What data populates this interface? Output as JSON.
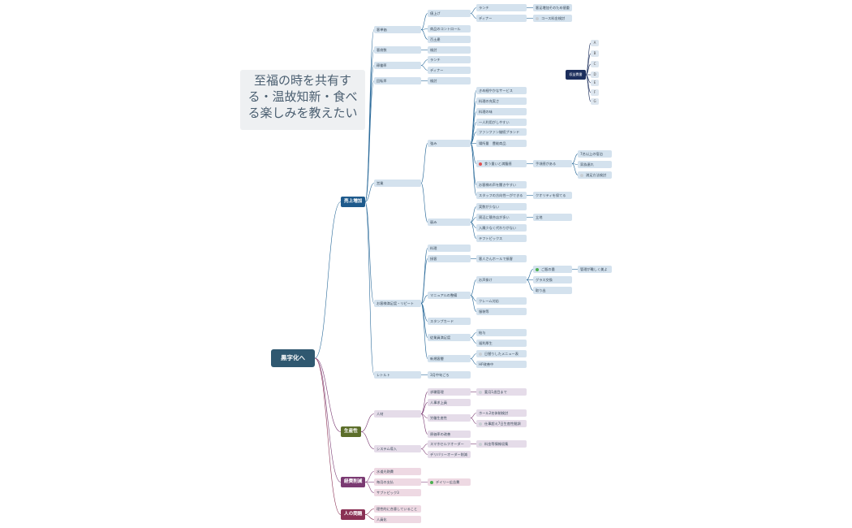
{
  "root_label": "黒字化へ",
  "callout_text": "至福の時を共有する・温故知新・食べる楽しみを教えたい",
  "branches": {
    "sales": "売上増加",
    "productivity": "生産性",
    "cost": "経費削減",
    "people": "人の問題"
  },
  "legend": {
    "head": "収益費番",
    "items": [
      "A",
      "B",
      "C",
      "D",
      "E",
      "F",
      "G"
    ]
  },
  "nodes": {
    "kyakutanka": "客単価",
    "neage": "値上げ",
    "lunch1": "ランチ",
    "lunch1_note": "客足増加そのため値重",
    "dinner1": "ディナー",
    "course": "コース料金検討",
    "control": "商品のコントロール",
    "tokui": "百土產",
    "kyakusu": "客席数",
    "kentou1": "検討",
    "kaitenritsu": "稼働率",
    "lunch2": "ランチ",
    "dinner2": "ディナー",
    "kaitensu": "回転率",
    "kentou2": "検討",
    "eigyou": "営業",
    "tsuyomi": "強み",
    "s1": "きめ細やかなサービス",
    "s2": "料理の充実さ",
    "s3": "料理の味",
    "s4": "一人利用がしやすい",
    "s5": "ファンファン継続ブランド",
    "s6": "場所量　豊能商品",
    "s7": "食う量いと満腹感",
    "s7a": "手頃感がある",
    "s7a1": "7名以上の宿泊",
    "s7a2": "家族連れ",
    "s7a3": "満足方法検討",
    "s8": "お客様の声を聞きやすい",
    "s9": "スタッフの方向性一ができる",
    "s9a": "クオリティを保てる",
    "yowami": "弱み",
    "w1": "実数が少ない",
    "w2": "周辺に競合店が多い",
    "w2a": "立地",
    "w3": "入属少なく代わりがない",
    "w4": "テフトピックス",
    "okyakusama": "お客様満足度・リピート",
    "ryouri": "料理",
    "sekkyaku": "接客",
    "sekkyaku_a": "客人さんホールで接客",
    "manual": "マニュアルの整備",
    "koekake": "お声掛け",
    "yoyaku": "ご飯の量",
    "yoyaku_a": "管理が難しく美よ",
    "glass": "グラス交換",
    "sage": "取り出",
    "claim": "クレーム対応",
    "kanri": "服装等",
    "stamp": "スタンプカード",
    "jugyouin": "従業員満足度",
    "kyuyo": "給与",
    "fukuri": "福利厚生",
    "shinki": "新規客層",
    "shinki_a": "日替りしたメニュー表",
    "pr": "HP改善中",
    "retort": "レトルト",
    "retort_a": "3月中旬ごろ",
    "jinzai": "人材",
    "kyujin": "求職管理",
    "kyujin_a": "要月1週目まで",
    "jinji": "人事求上員",
    "roudou": "労働生産性",
    "roudou_a": "ホール2名体制検討",
    "roudou_b": "仕事超え7日生産性間調",
    "joho": "原価率の改善",
    "system": "システム導入",
    "smart": "スマホセルフオーダー",
    "smart_a": "料金等情報収集",
    "delivery": "デリバリーオーダー削減",
    "suido": "水道光熱費",
    "maitsuki": "毎月の支払",
    "daily": "デイリー広告費",
    "topics": "サブトピック3",
    "keieiteki": "理性的に合意していること",
    "jinzaika": "人員化"
  }
}
